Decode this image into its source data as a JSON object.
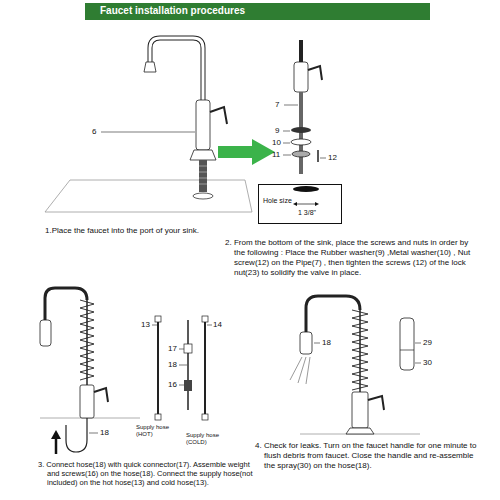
{
  "diagram": {
    "title": "Faucet installation procedures",
    "nodes": [
      {
        "text": [
          "Hole size",
          "1 3/8\""
        ]
      }
    ],
    "labels": [
      "6",
      "7",
      "9",
      "10",
      "11",
      "12",
      "1.Place the faucet into the port of your sink.",
      "2. From the bottom of the sink, place the screws and nuts in order by the following : Place the Rubber washer(9) ,Metal washer(10) , Nut screw(12) on the Pipe(7) , then tighten the screws (12) of the lock nut(23) to solidify the valve in place.",
      "13",
      "14",
      "17",
      "18",
      "16",
      "18",
      "Supply hose (HOT)",
      "Supply hose (COLD)",
      "18",
      "29",
      "30",
      "3. Connect hose(18) with quick connector(17). Assemble weight and screws(16) on the hose(18). Connect the supply hose(not included) on the hot hose(13) and cold hose(13).",
      "4. Check for leaks. Turn on the faucet handle for one minute to flush debris from faucet. Close the handle and re-assemble the spray(30) on the hose(18)."
    ]
  }
}
